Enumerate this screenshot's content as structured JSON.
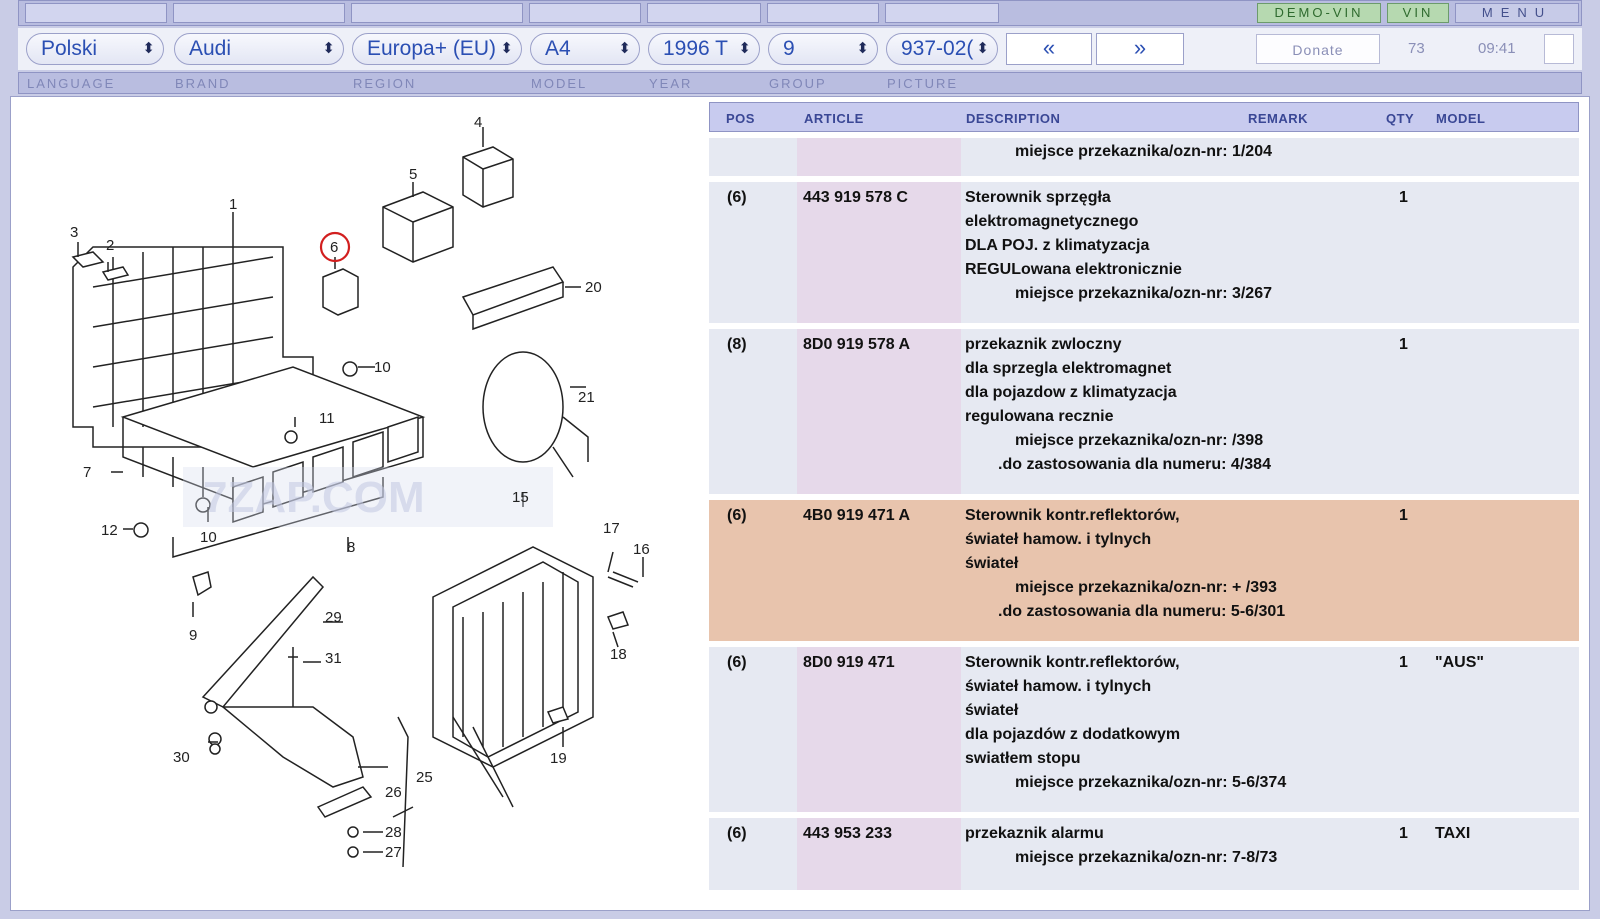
{
  "topbar": {
    "demo_vin": "DEMO-VIN",
    "vin": "VIN",
    "menu": "MENU"
  },
  "selectors": {
    "language": "Polski",
    "brand": "Audi",
    "region": "Europa+ (EU)",
    "model": "A4",
    "year": "1996  T",
    "group": "9",
    "picture": "937-02("
  },
  "nav": {
    "prev": "«",
    "next": "»"
  },
  "status": {
    "donate": "Donate",
    "count": "73",
    "time": "09:41"
  },
  "labels": {
    "language": "LANGUAGE",
    "brand": "BRAND",
    "region": "REGION",
    "model": "MODEL",
    "year": "YEAR",
    "group": "GROUP",
    "picture": "PICTURE"
  },
  "watermark": "7ZAP.COM",
  "table": {
    "headers": {
      "pos": "POS",
      "article": "ARTICLE",
      "description": "DESCRIPTION",
      "remark": "REMARK",
      "qty": "QTY",
      "model": "MODEL"
    },
    "rows": [
      {
        "pos": "",
        "article": "",
        "qty": "",
        "model": "",
        "lines": [
          {
            "text": "miejsce przekaznika/ozn-nr:  1/204",
            "indent": 1
          }
        ]
      },
      {
        "pos": "(6)",
        "article": "443 919 578 C",
        "qty": "1",
        "model": "",
        "lines": [
          {
            "text": "Sterownik sprzęgła",
            "indent": 0
          },
          {
            "text": "elektromagnetycznego",
            "indent": 0
          },
          {
            "text": "DLA POJ. z klimatyzacja",
            "indent": 0
          },
          {
            "text": "REGULowana elektronicznie",
            "indent": 0
          },
          {
            "text": "miejsce przekaznika/ozn-nr:  3/267",
            "indent": 1
          }
        ]
      },
      {
        "pos": "(8)",
        "article": "8D0 919 578 A",
        "qty": "1",
        "model": "",
        "lines": [
          {
            "text": "przekaznik zwloczny",
            "indent": 0
          },
          {
            "text": "dla sprzegla elektromagnet",
            "indent": 0
          },
          {
            "text": "dla pojazdow z klimatyzacja",
            "indent": 0
          },
          {
            "text": "regulowana recznie",
            "indent": 0
          },
          {
            "text": "miejsce przekaznika/ozn-nr:  /398",
            "indent": 1
          },
          {
            "text": ".do zastosowania dla numeru:  4/384",
            "indent": 2
          }
        ]
      },
      {
        "pos": "(6)",
        "article": "4B0 919 471 A",
        "qty": "1",
        "model": "",
        "highlight": true,
        "lines": [
          {
            "text": "Sterownik kontr.reflektorów,",
            "indent": 0
          },
          {
            "text": "świateł hamow. i tylnych",
            "indent": 0
          },
          {
            "text": "świateł",
            "indent": 0
          },
          {
            "text": "miejsce przekaznika/ozn-nr:  + /393",
            "indent": 1
          },
          {
            "text": ".do zastosowania dla numeru:  5-6/301",
            "indent": 2
          }
        ]
      },
      {
        "pos": "(6)",
        "article": "8D0 919 471",
        "qty": "1",
        "model": "\"AUS\"",
        "lines": [
          {
            "text": "Sterownik kontr.reflektorów,",
            "indent": 0
          },
          {
            "text": "świateł hamow. i tylnych",
            "indent": 0
          },
          {
            "text": "świateł",
            "indent": 0
          },
          {
            "text": "dla pojazdów z dodatkowym",
            "indent": 0
          },
          {
            "text": "swiatłem stopu",
            "indent": 0
          },
          {
            "text": "miejsce przekaznika/ozn-nr:  5-6/374",
            "indent": 1
          }
        ]
      },
      {
        "pos": "(6)",
        "article": "443 953 233",
        "qty": "1",
        "model": "TAXI",
        "lines": [
          {
            "text": "przekaznik alarmu",
            "indent": 0
          },
          {
            "text": "miejsce przekaznika/ozn-nr:  7-8/73",
            "indent": 1
          }
        ]
      }
    ]
  },
  "diagram": {
    "callouts": [
      "1",
      "2",
      "3",
      "4",
      "5",
      "6",
      "7",
      "8",
      "9",
      "10",
      "10",
      "11",
      "12",
      "15",
      "16",
      "17",
      "18",
      "19",
      "20",
      "21",
      "25",
      "26",
      "27",
      "28",
      "29",
      "30",
      "31"
    ]
  }
}
